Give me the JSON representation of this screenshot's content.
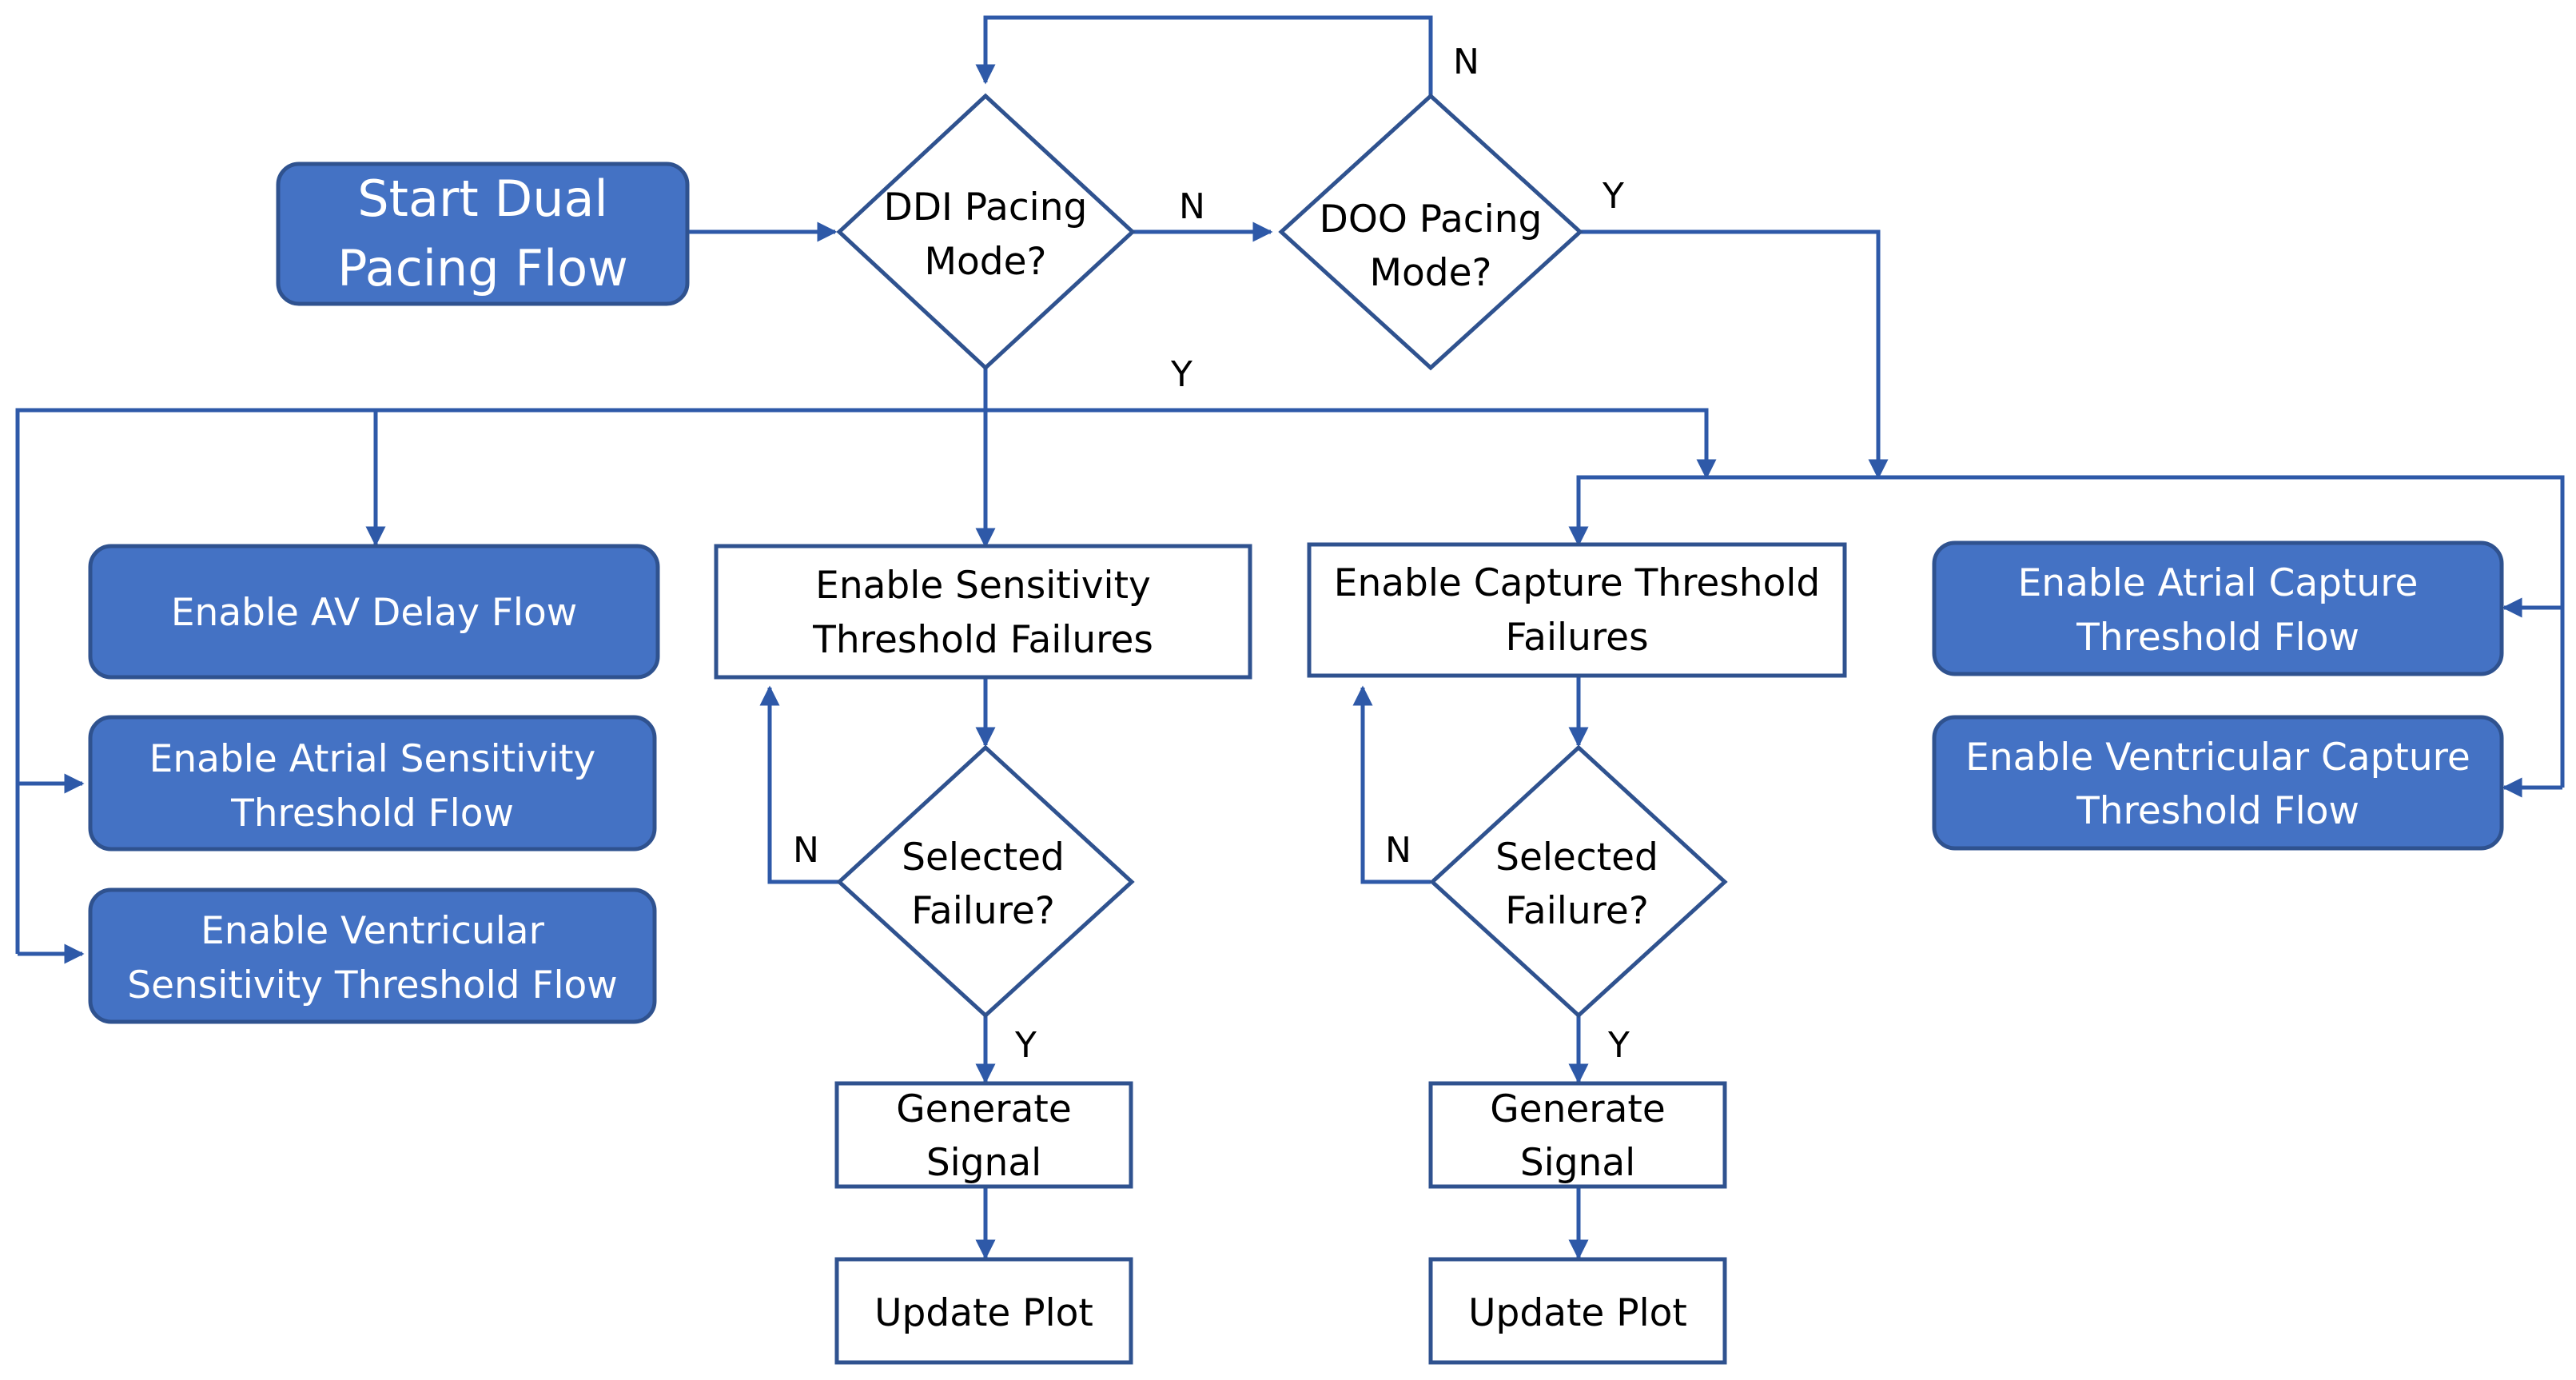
{
  "diagram": {
    "start": {
      "label_line1": "Start Dual",
      "label_line2": "Pacing Flow"
    },
    "ddi_decision": {
      "label_line1": "DDI Pacing",
      "label_line2": "Mode?"
    },
    "doo_decision": {
      "label_line1": "DOO Pacing",
      "label_line2": "Mode?"
    },
    "av_delay": {
      "label": "Enable AV Delay Flow"
    },
    "atrial_sensitivity": {
      "label_line1": "Enable Atrial Sensitivity",
      "label_line2": "Threshold Flow"
    },
    "ventricular_sensitivity": {
      "label_line1": "Enable Ventricular",
      "label_line2": "Sensitivity Threshold Flow"
    },
    "sensitivity_failures": {
      "label_line1": "Enable Sensitivity",
      "label_line2": "Threshold Failures"
    },
    "capture_failures": {
      "label_line1": "Enable Capture Threshold",
      "label_line2": "Failures"
    },
    "atrial_capture": {
      "label_line1": "Enable Atrial Capture",
      "label_line2": "Threshold Flow"
    },
    "ventricular_capture": {
      "label_line1": "Enable Ventricular Capture",
      "label_line2": "Threshold Flow"
    },
    "left_selected": {
      "label_line1": "Selected",
      "label_line2": "Failure?"
    },
    "right_selected": {
      "label_line1": "Selected",
      "label_line2": "Failure?"
    },
    "left_generate": {
      "label_line1": "Generate",
      "label_line2": "Signal"
    },
    "right_generate": {
      "label_line1": "Generate",
      "label_line2": "Signal"
    },
    "left_update": {
      "label": "Update Plot"
    },
    "right_update": {
      "label": "Update Plot"
    },
    "edge_labels": {
      "ddi_no": "N",
      "ddi_yes": "Y",
      "doo_no": "N",
      "doo_yes": "Y",
      "left_selected_no": "N",
      "left_selected_yes": "Y",
      "right_selected_no": "N",
      "right_selected_yes": "Y"
    }
  },
  "colors": {
    "node_fill": "#4472c4",
    "node_border": "#2f528f",
    "connector": "#2e59a8",
    "text_on_blue": "#ffffff",
    "text_on_white": "#000000"
  }
}
